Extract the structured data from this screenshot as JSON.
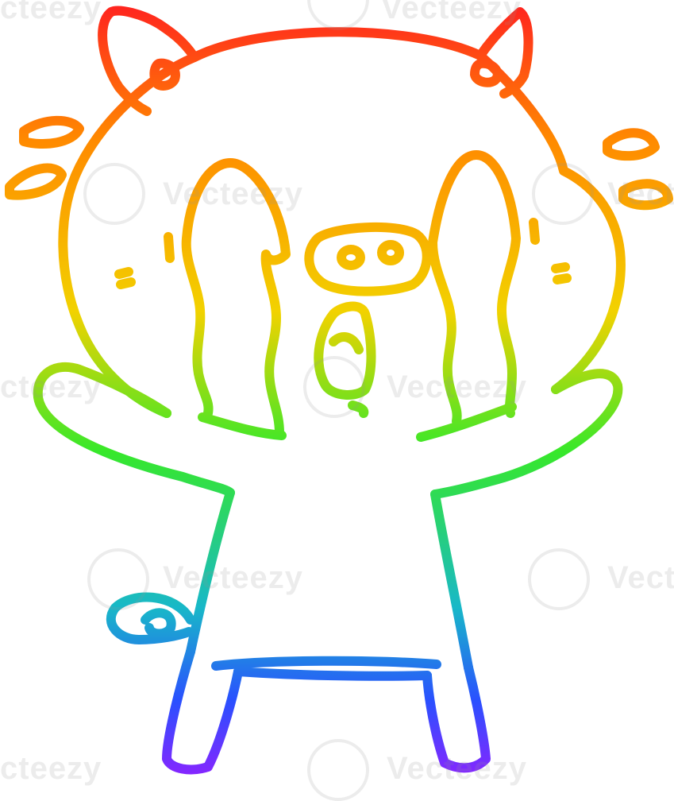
{
  "illustration": {
    "subject": "crying-pig",
    "palette": {
      "red": "#ff2020",
      "orange": "#ff8a00",
      "yellow": "#f2d200",
      "green": "#37e82a",
      "cyan": "#18b8c8",
      "blue": "#2a50ff",
      "purple": "#8a24ff"
    }
  },
  "watermark": {
    "text": "Vecteezy",
    "partial_text": "cteezy"
  }
}
